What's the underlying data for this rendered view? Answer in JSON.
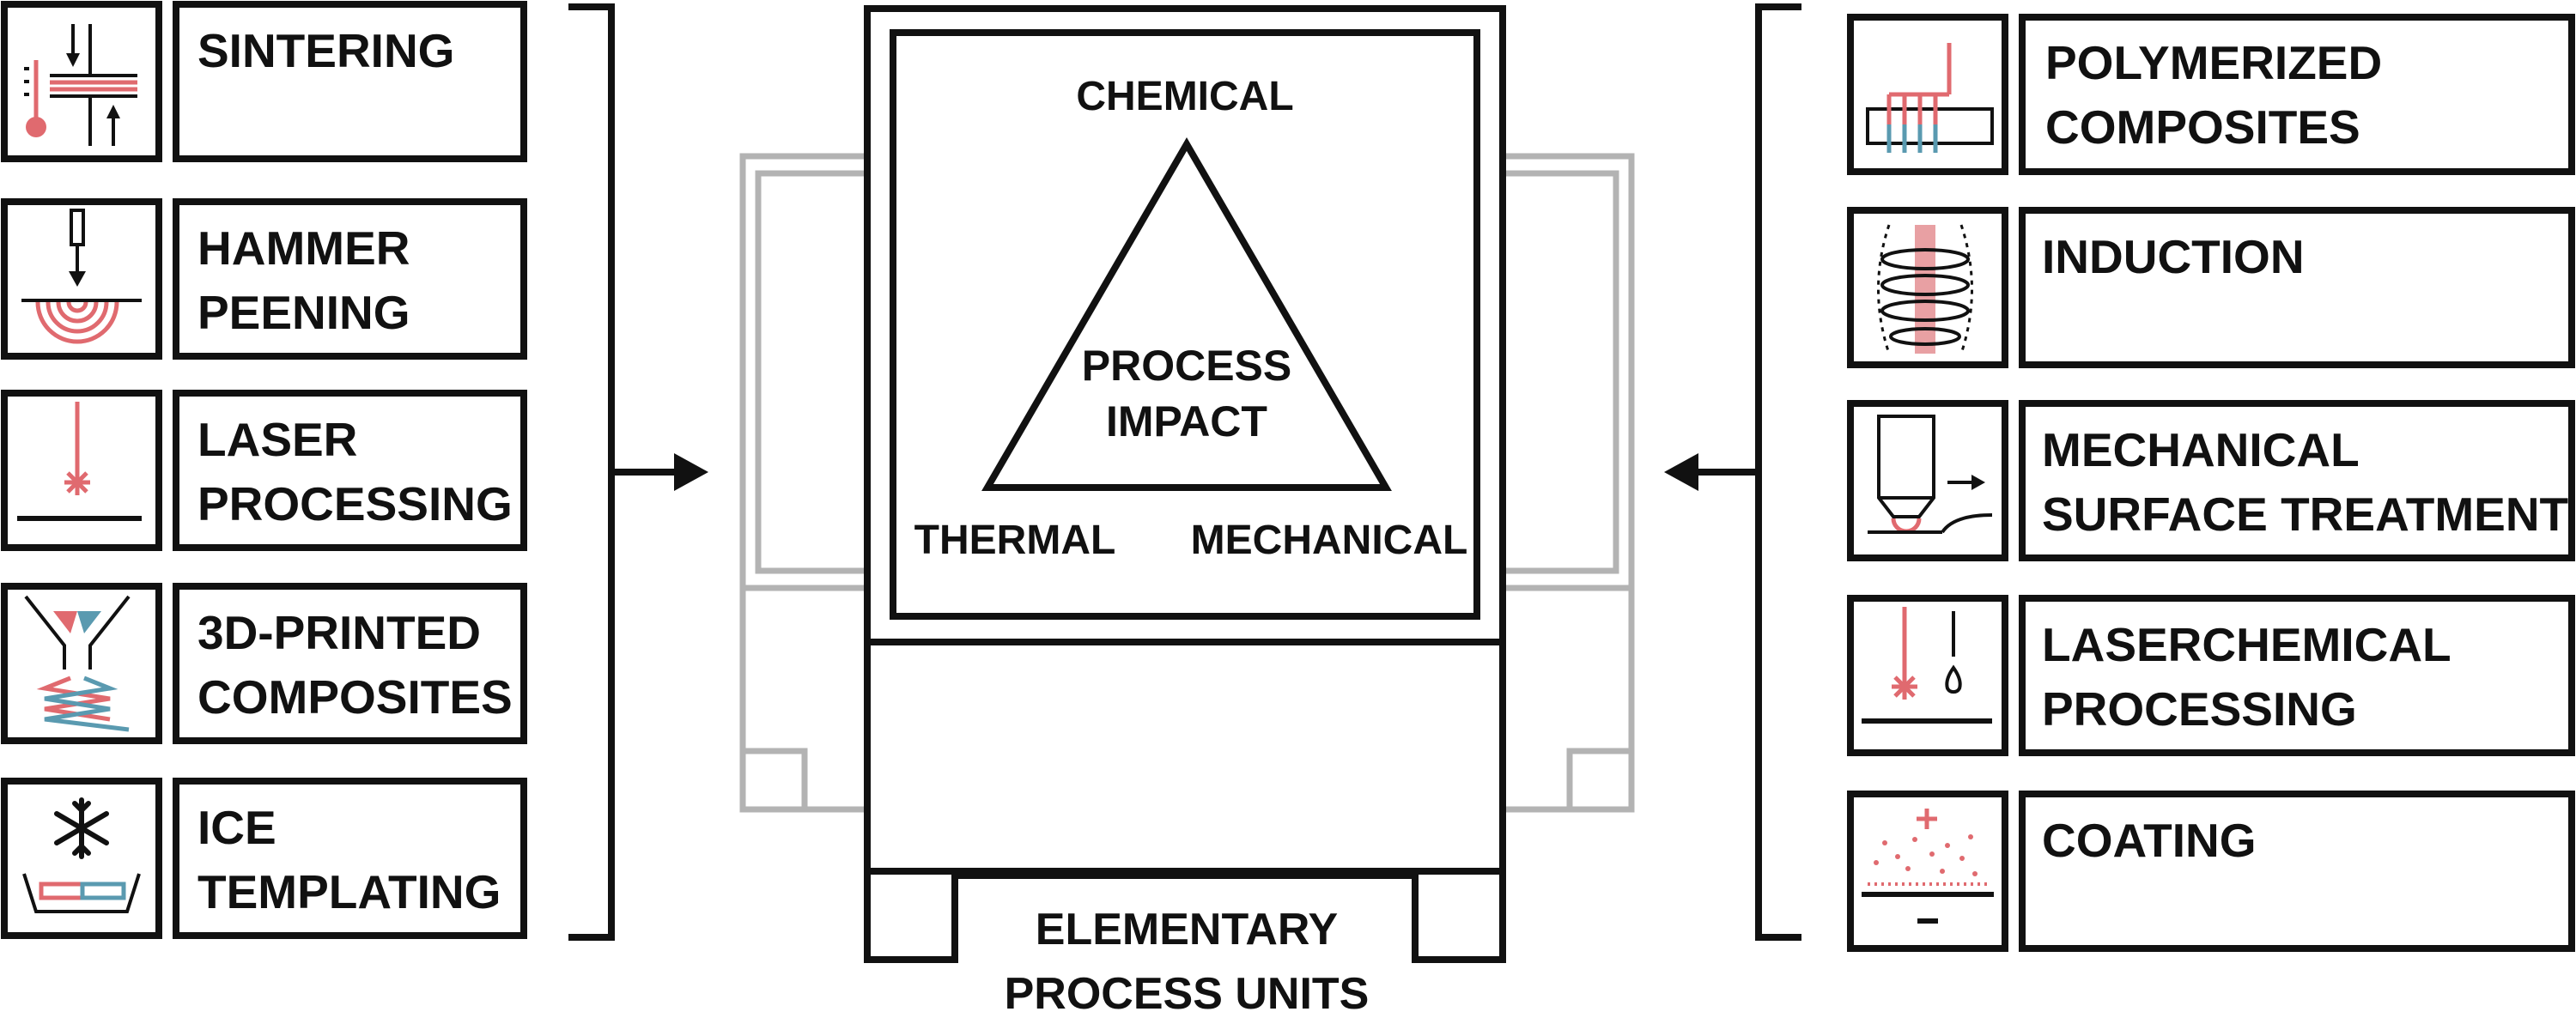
{
  "colors": {
    "ink": "#111111",
    "accent_red": "#e06a6f",
    "accent_blue": "#5a9ab0",
    "machine_grey": "#b3b3b3"
  },
  "left_processes": [
    {
      "line1": "SINTERING",
      "line2": "",
      "icon": "sintering-icon"
    },
    {
      "line1": "HAMMER",
      "line2": "PEENING",
      "icon": "hammer-peening-icon"
    },
    {
      "line1": "LASER",
      "line2": "PROCESSING",
      "icon": "laser-processing-icon"
    },
    {
      "line1": "3D-PRINTED",
      "line2": "COMPOSITES",
      "icon": "3d-printing-icon"
    },
    {
      "line1": "ICE",
      "line2": "TEMPLATING",
      "icon": "ice-templating-icon"
    }
  ],
  "right_processes": [
    {
      "line1": "POLYMERIZED",
      "line2": "COMPOSITES",
      "icon": "polymerized-composites-icon"
    },
    {
      "line1": "INDUCTION",
      "line2": "",
      "icon": "induction-coil-icon"
    },
    {
      "line1": "MECHANICAL",
      "line2": "SURFACE TREATMENT",
      "icon": "mechanical-treatment-icon"
    },
    {
      "line1": "LASERCHEMICAL",
      "line2": "PROCESSING",
      "icon": "laserchemical-icon"
    },
    {
      "line1": "COATING",
      "line2": "",
      "icon": "coating-icon"
    }
  ],
  "center": {
    "triangle_top": "CHEMICAL",
    "triangle_left": "THERMAL",
    "triangle_right": "MECHANICAL",
    "triangle_center_line1": "PROCESS",
    "triangle_center_line2": "IMPACT",
    "machine_label_line1": "ELEMENTARY",
    "machine_label_line2": "PROCESS UNITS"
  }
}
